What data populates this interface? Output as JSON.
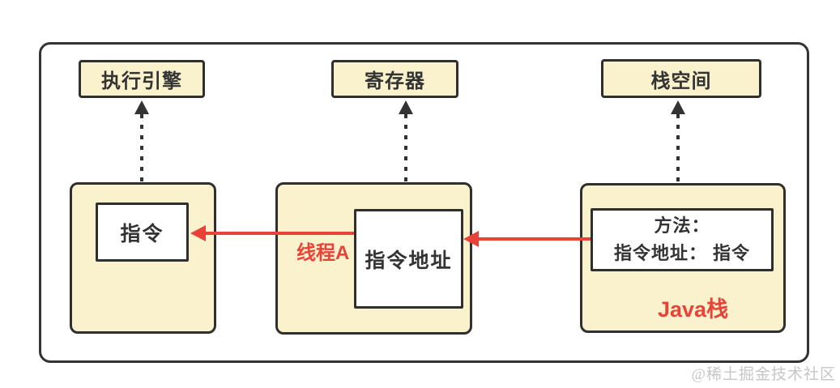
{
  "diagram": {
    "top_boxes": [
      {
        "id": "execution-engine",
        "label": "执行引擎"
      },
      {
        "id": "register",
        "label": "寄存器"
      },
      {
        "id": "stack-space",
        "label": "栈空间"
      }
    ],
    "groups": {
      "left": {
        "inner_label": "指令"
      },
      "thread_a": {
        "inner_label": "指令地址",
        "tag": "线程A"
      },
      "java_stack": {
        "inner_line1": "方法：",
        "inner_line2": "指令地址： 指令",
        "tag": "Java栈"
      }
    },
    "colors": {
      "box_fill": "#FAF2CD",
      "border": "#2f2f2f",
      "accent_red": "#E94339",
      "watermark_gray": "#c6c6c6"
    },
    "watermark": "@稀土掘金技术社区"
  }
}
